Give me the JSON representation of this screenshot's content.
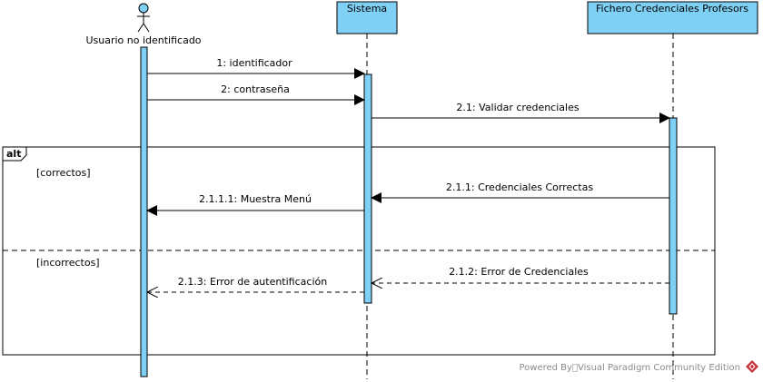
{
  "actor": {
    "name": "Usuario no identificado",
    "icon": "stick-figure-icon"
  },
  "lifelines": {
    "sistema": "Sistema",
    "fichero": "Fichero Credenciales Profesors"
  },
  "messages": {
    "m1": "1: identificador",
    "m2": "2: contraseña",
    "m21": "2.1: Validar credenciales",
    "m211": "2.1.1: Credenciales Correctas",
    "m2111": "2.1.1.1: Muestra Menú",
    "m212": "2.1.2: Error de Credenciales",
    "m213": "2.1.3: Error de autentificación"
  },
  "fragment": {
    "operator": "alt",
    "guard1": "[correctos]",
    "guard2": "[incorrectos]"
  },
  "watermark": {
    "text": "Powered By\u0000Visual Paradigm Community Edition",
    "icon": "visual-paradigm-logo-icon"
  },
  "colors": {
    "lifeline_fill": "#7FD0F5",
    "stroke": "#000000",
    "watermark_icon": "#c8323c"
  }
}
